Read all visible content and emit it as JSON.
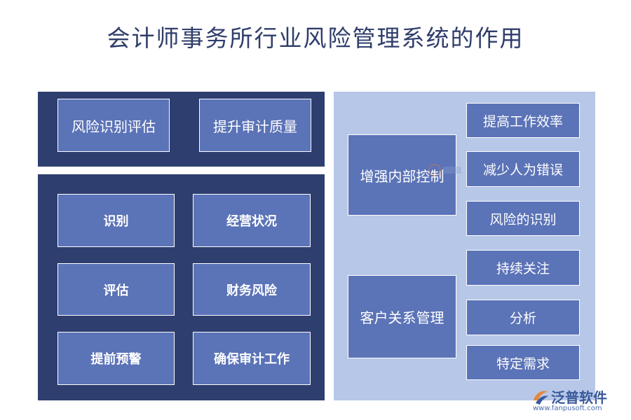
{
  "title": "会计师事务所行业风险管理系统的作用",
  "left_top": {
    "items": [
      "风险识别评估",
      "提升审计质量"
    ]
  },
  "left_bottom": {
    "items": [
      "识别",
      "经营状况",
      "评估",
      "财务风险",
      "提前预警",
      "确保审计工作"
    ]
  },
  "right": {
    "groups": [
      {
        "label": "增强内部控制",
        "items": [
          "提高工作效率",
          "减少人为错误",
          "风险的识别"
        ]
      },
      {
        "label": "客户关系管理",
        "items": [
          "持续关注",
          "分析",
          "特定需求"
        ]
      }
    ]
  },
  "logo": {
    "name": "泛普软件",
    "url": "www.fanpusoft.com"
  },
  "colors": {
    "dark_panel": "#2e3e6f",
    "light_panel": "#b7c7e8",
    "box": "#5b73b7",
    "title": "#2f3d6b"
  }
}
